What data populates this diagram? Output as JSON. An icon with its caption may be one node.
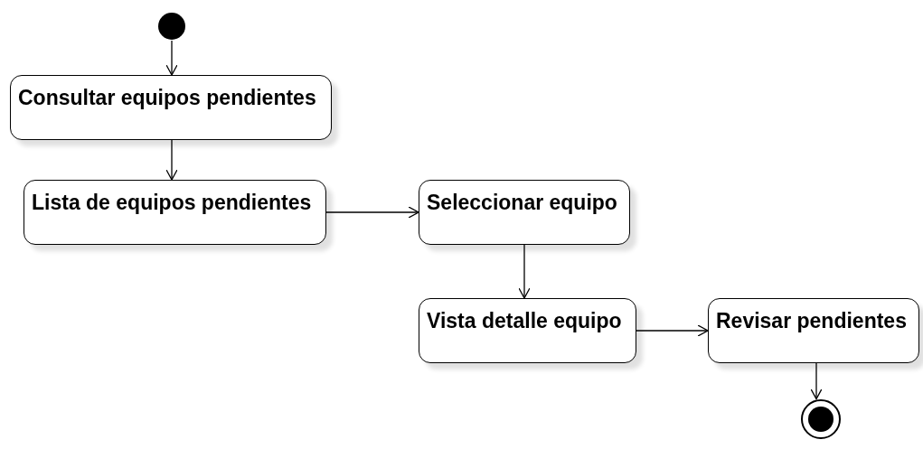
{
  "diagram": {
    "nodes": [
      {
        "text": [],
        "shape": "circle"
      },
      {
        "text": [
          "Consultar equipos pendientes"
        ]
      },
      {
        "text": [
          "Lista de equipos pendientes"
        ]
      },
      {
        "text": [
          "Seleccionar equipo"
        ]
      },
      {
        "text": [
          "Vista detalle equipo"
        ]
      },
      {
        "text": [
          "Revisar pendientes"
        ]
      },
      {
        "text": [],
        "shape": "circle"
      }
    ],
    "edges": [
      {
        "from": 0,
        "to": 1,
        "arrow": "to"
      },
      {
        "from": 1,
        "to": 2,
        "arrow": "to"
      },
      {
        "from": 2,
        "to": 3,
        "arrow": "to"
      },
      {
        "from": 3,
        "to": 4,
        "arrow": "to"
      },
      {
        "from": 4,
        "to": 5,
        "arrow": "to"
      },
      {
        "from": 5,
        "to": 6,
        "arrow": "to"
      }
    ]
  }
}
